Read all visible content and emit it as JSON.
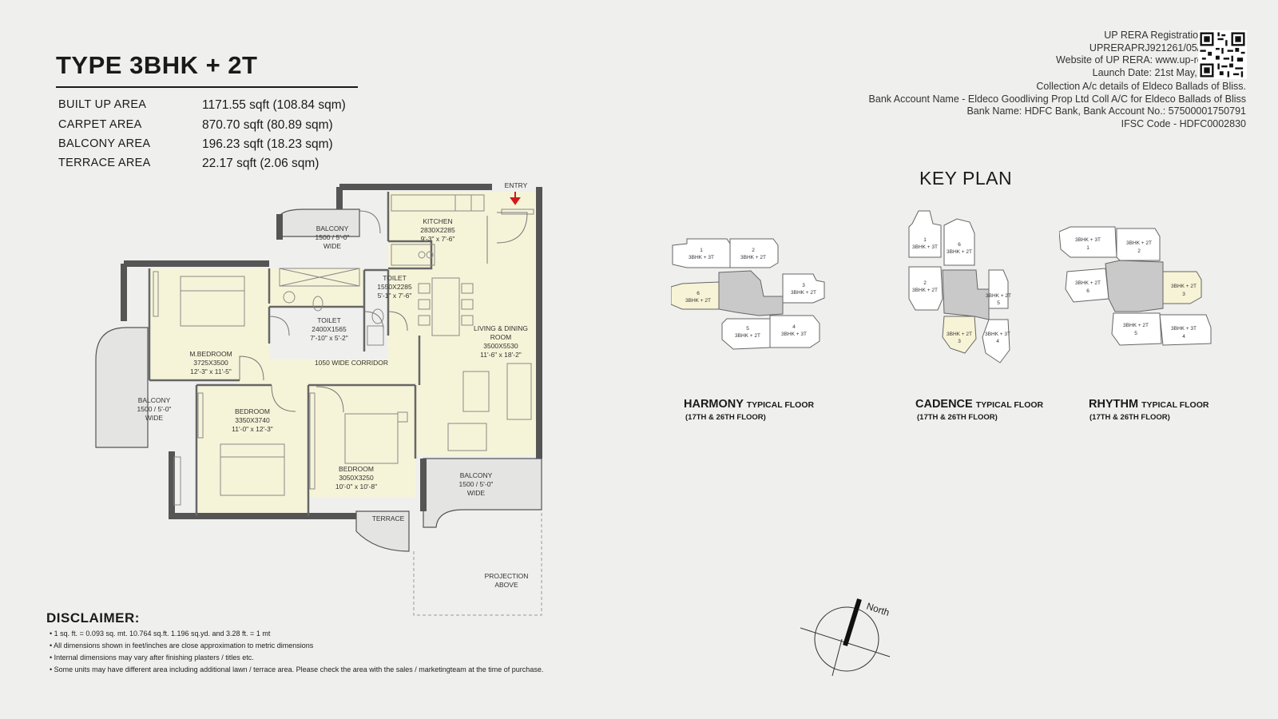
{
  "header": {
    "title": "TYPE 3BHK + 2T"
  },
  "areas": [
    {
      "label": "BUILT UP AREA",
      "value": "1171.55 sqft (108.84 sqm)"
    },
    {
      "label": "CARPET AREA",
      "value": "870.70 sqft (80.89 sqm)"
    },
    {
      "label": "BALCONY AREA",
      "value": "196.23 sqft (18.23 sqm)"
    },
    {
      "label": "TERRACE AREA",
      "value": "22.17 sqft (2.06 sqm)"
    }
  ],
  "rera": {
    "line1": "UP RERA Registration No.",
    "line2": "UPRERAPRJ921261/05/2025",
    "line3": "Website of UP RERA: www.up-rera.in",
    "line4": "Launch Date: 21st May, 2025"
  },
  "bank": {
    "line1": "Collection A/c details of Eldeco Ballads of Bliss.",
    "line2": "Bank Account Name - Eldeco Goodliving Prop Ltd Coll A/C for Eldeco Ballads of Bliss",
    "line3": "Bank Name: HDFC Bank, Bank Account No.: 57500001750791",
    "line4": "IFSC Code - HDFC0002830"
  },
  "floorplan": {
    "entry": "ENTRY",
    "kitchen": [
      "KITCHEN",
      "2830X2285",
      "9'-3\" x 7'-6\""
    ],
    "balcony_top": [
      "BALCONY",
      "1500 / 5'-0\"",
      "WIDE"
    ],
    "toilet1": [
      "TOILET",
      "1550X2285",
      "5'-1\" x 7'-6\""
    ],
    "toilet2": [
      "TOILET",
      "2400X1565",
      "7'-10\" x 5'-2\""
    ],
    "master": [
      "M.BEDROOM",
      "3725X3500",
      "12'-3\" x 11'-5\""
    ],
    "corridor": "1050 WIDE CORRIDOR",
    "living": [
      "LIVING & DINING",
      "ROOM",
      "3500X5530",
      "11'-6\" x 18'-2\""
    ],
    "balcony_left": [
      "BALCONY",
      "1500 / 5'-0\"",
      "WIDE"
    ],
    "bedroom1": [
      "BEDROOM",
      "3350X3740",
      "11'-0\" x 12'-3\""
    ],
    "bedroom2": [
      "BEDROOM",
      "3050X3250",
      "10'-0\" x 10'-8\""
    ],
    "balcony_right": [
      "BALCONY",
      "1500 / 5'-0\"",
      "WIDE"
    ],
    "terrace": "TERRACE",
    "projection": [
      "PROJECTION",
      "ABOVE"
    ]
  },
  "keyplan": {
    "title": "KEY PLAN",
    "harmony": {
      "name": "HARMONY",
      "floor": "TYPICAL FLOOR",
      "sub": "(17TH & 26TH FLOOR)",
      "units": [
        {
          "n": "1",
          "t": "3BHK + 3T"
        },
        {
          "n": "2",
          "t": "3BHK + 2T"
        },
        {
          "n": "3",
          "t": "3BHK + 2T"
        },
        {
          "n": "4",
          "t": "3BHK + 3T"
        },
        {
          "n": "5",
          "t": "3BHK + 2T"
        },
        {
          "n": "6",
          "t": "3BHK + 2T"
        }
      ]
    },
    "cadence": {
      "name": "CADENCE",
      "floor": "TYPICAL FLOOR",
      "sub": "(17TH & 26TH FLOOR)",
      "units": [
        {
          "n": "1",
          "t": "3BHK + 3T"
        },
        {
          "n": "6",
          "t": "3BHK + 2T"
        },
        {
          "n": "2",
          "t": "3BHK + 2T"
        },
        {
          "n": "5",
          "t": "3BHK + 2T"
        },
        {
          "n": "3",
          "t": "3BHK + 2T"
        },
        {
          "n": "4",
          "t": "3BHK + 3T"
        }
      ]
    },
    "rhythm": {
      "name": "RHYTHM",
      "floor": "TYPICAL FLOOR",
      "sub": "(17TH & 26TH FLOOR)",
      "units": [
        {
          "n": "1",
          "t": "3BHK + 3T"
        },
        {
          "n": "2",
          "t": "3BHK + 2T"
        },
        {
          "n": "6",
          "t": "3BHK + 2T"
        },
        {
          "n": "3",
          "t": "3BHK + 2T"
        },
        {
          "n": "5",
          "t": "3BHK + 2T"
        },
        {
          "n": "4",
          "t": "3BHK + 3T"
        }
      ]
    }
  },
  "north": "North",
  "disclaimer": {
    "title": "DISCLAIMER:",
    "items": [
      "1 sq. ft. = 0.093 sq. mt. 10.764 sq.ft. 1.196 sq.yd. and 3.28 ft. = 1 mt",
      "All dimensions shown in feet/inches are close approximation to metric dimensions",
      "Internal dimensions may vary after finishing plasters / titles etc.",
      "Some units may have different area including additional lawn / terrace area. Please check the area with the sales / marketingteam at the time of purchase."
    ]
  },
  "colors": {
    "room_fill": "#f6f4d8",
    "wall": "#555555",
    "highlight": "#f7f3d6",
    "core": "#c9c9c9",
    "entry_arrow": "#d11b1b"
  }
}
